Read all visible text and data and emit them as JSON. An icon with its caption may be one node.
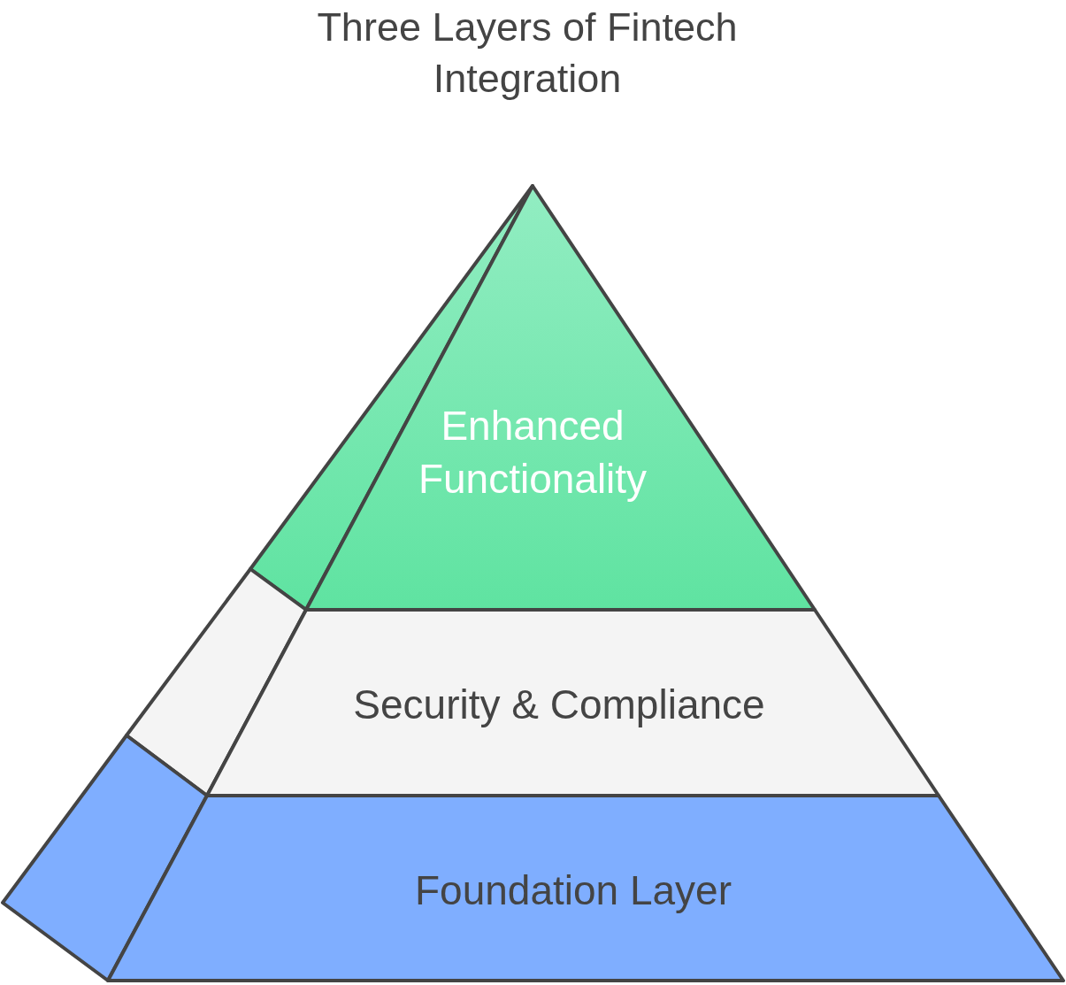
{
  "diagram": {
    "title": "Three Layers of Fintech Integration",
    "nodes": [
      {
        "text": [
          "Enhanced Functionality"
        ]
      },
      {
        "text": [
          "Security & Compliance"
        ]
      },
      {
        "text": [
          "Foundation Layer"
        ]
      }
    ]
  }
}
